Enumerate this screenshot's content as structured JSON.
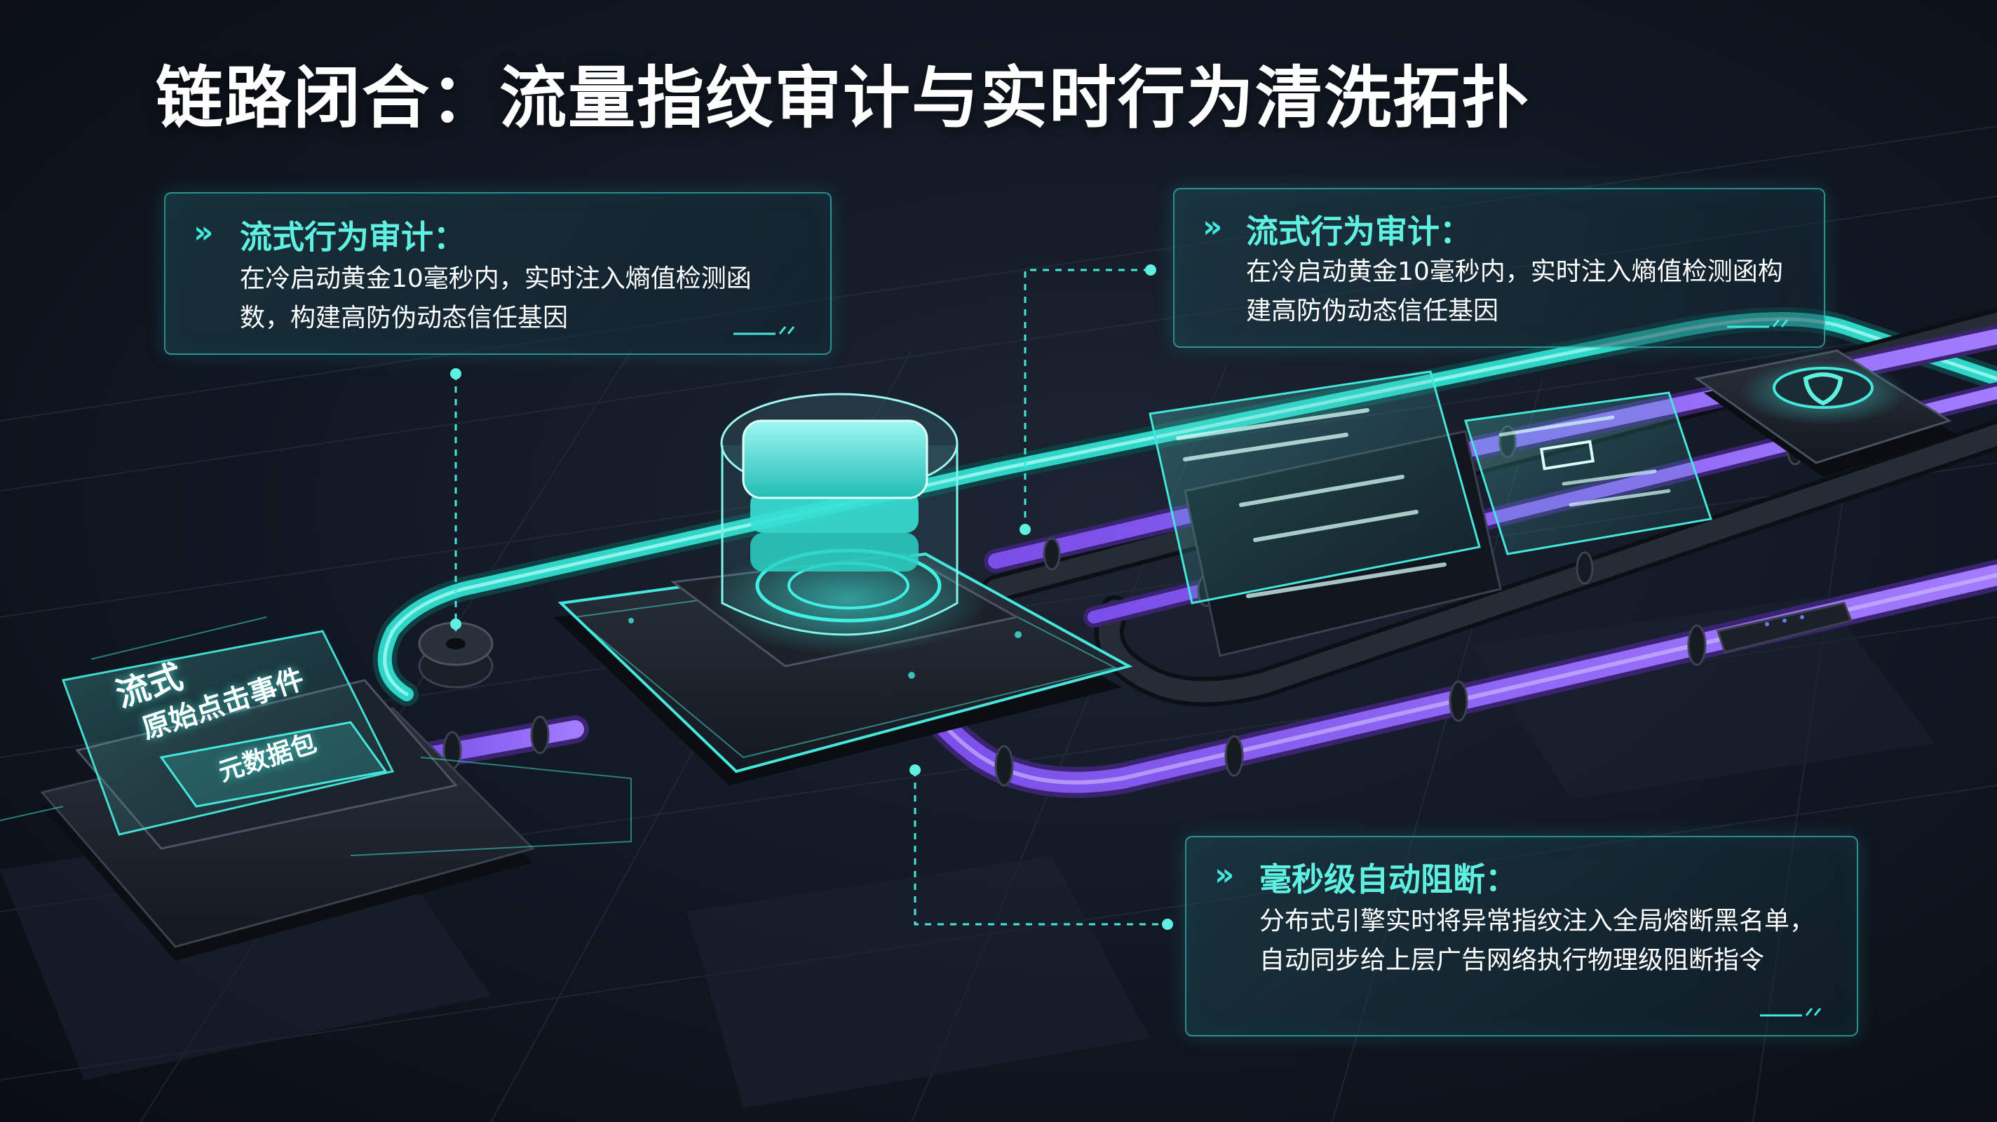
{
  "title": "链路闭合：流量指纹审计与实时行为清洗拓扑",
  "cards": [
    {
      "head": "流式行为审计：",
      "body": "在冷启动黄金10毫秒内，实时注入熵值检测函数，构建高防伪动态信任基因"
    },
    {
      "head": "流式行为审计：",
      "body": "在冷启动黄金10毫秒内，实时注入熵值检测函构建高防伪动态信任基因"
    },
    {
      "head": "毫秒级自动阻断：",
      "body": "分布式引擎实时将异常指纹注入全局熔断黑名单，自动同步给上层广告网络执行物理级阻断指令"
    }
  ],
  "source_panel": {
    "line1": "流式",
    "line2": "原始点击事件",
    "line3": "元数据包"
  },
  "colors": {
    "accent_teal": "#45e6dc",
    "pipe_purple": "#8a5cf0",
    "pipe_teal": "#2fd6c8",
    "pipe_dark": "#1c2129"
  },
  "icons": [
    "double-chevron-icon",
    "data-cube-icon",
    "shield-icon"
  ]
}
